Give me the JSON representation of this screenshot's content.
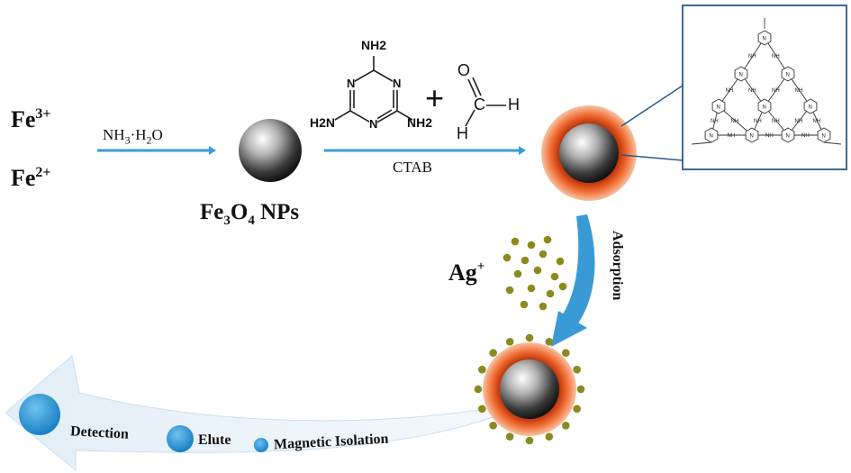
{
  "reactants": {
    "fe3": {
      "base": "Fe",
      "charge": "3+"
    },
    "fe2": {
      "base": "Fe",
      "charge": "2+"
    }
  },
  "step1": {
    "reagent": {
      "p1": "NH",
      "s1": "3",
      "p2": "·H",
      "s2": "2",
      "p3": "O"
    }
  },
  "nanoparticle": {
    "p1": "Fe",
    "s1": "3",
    "p2": "O",
    "s2": "4",
    "p3": " NPs"
  },
  "melamine": {
    "nh2_top": "NH2",
    "nh2_left": "H2N",
    "nh2_right": "NH2",
    "ring_n": "N"
  },
  "plus_sign": "+",
  "formaldehyde": {
    "o": "O",
    "c": "C",
    "h1": "H",
    "h2": "H"
  },
  "step2": {
    "condition": "CTAB"
  },
  "polymer_inset": {
    "nh": "NH",
    "n": "N"
  },
  "adsorption": {
    "ion_base": "Ag",
    "ion_charge": "+",
    "label": "Adsorption"
  },
  "workflow": {
    "steps": [
      "Detection",
      "Elute",
      "Magnetic Isolation"
    ]
  },
  "colors": {
    "arrow_blue": "#3a9ad6",
    "shell_orange": "#e8501c",
    "silver_dot": "#8a8a1e",
    "inset_border": "#2a5a8c"
  }
}
